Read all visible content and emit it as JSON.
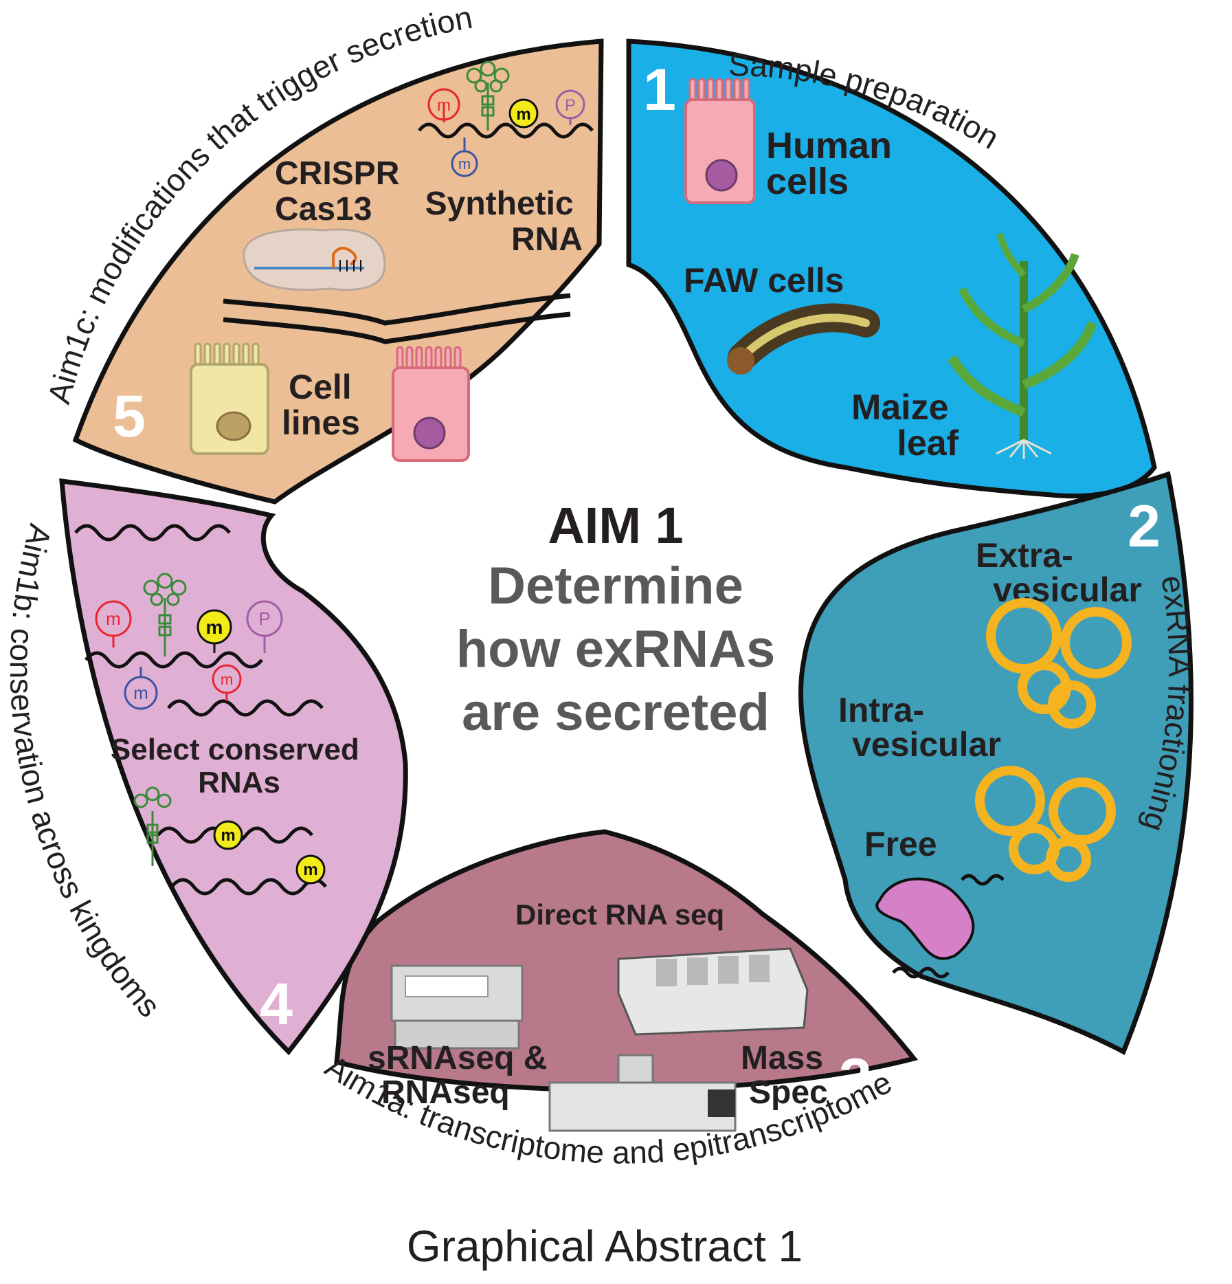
{
  "center": {
    "title": "AIM 1",
    "subtitle_lines": [
      "Determine",
      "how exRNAs",
      "are secreted"
    ]
  },
  "arc_labels": {
    "sample_preparation": "Sample preparation",
    "exrna_fractioning": "exRNA fractioning",
    "aim1a": "Aim1a: transcriptome and epitranscriptome",
    "aim1b": "Aim1b: conservation across kingdoms",
    "aim1c": "Aim1c: modifications that trigger secretion"
  },
  "segments": {
    "s1": {
      "number": "1",
      "human_cells": [
        "Human",
        "cells"
      ],
      "faw_cells": "FAW cells",
      "maize_leaf": [
        "Maize",
        "leaf"
      ]
    },
    "s2": {
      "number": "2",
      "extra": [
        "Extra-",
        "vesicular"
      ],
      "intra": [
        "Intra-",
        "vesicular"
      ],
      "free": "Free"
    },
    "s3": {
      "number": "3",
      "direct_rna": "Direct RNA seq",
      "srnaseq": [
        "sRNAseq &",
        "RNAseq"
      ],
      "mass_spec": [
        "Mass",
        "Spec"
      ]
    },
    "s4": {
      "number": "4",
      "select": [
        "Select conserved",
        "RNAs"
      ],
      "marks": {
        "m": "m",
        "p": "P"
      }
    },
    "s5": {
      "number": "5",
      "crispr": [
        "CRISPR",
        "Cas13"
      ],
      "synthetic": [
        "Synthetic",
        "RNA"
      ],
      "cell_lines": [
        "Cell",
        "lines"
      ],
      "marks": {
        "m": "m",
        "p": "P"
      }
    }
  },
  "footer": "Graphical Abstract 1",
  "colors": {
    "segment1": "#1aafe6",
    "segment2": "#3f9fb8",
    "segment3": "#b87a8a",
    "segment4": "#e0b0d4",
    "segment5": "#ebbe96",
    "center_dark": "#231f20",
    "center_grey": "#58595b",
    "mark_red": "#e8262d",
    "mark_blue": "#3d53a4",
    "mark_yellow": "#f3ea1a",
    "mark_purple": "#a35ba5",
    "glycan_green": "#3a8a3a",
    "vesicle_yellow": "#f5b320"
  }
}
